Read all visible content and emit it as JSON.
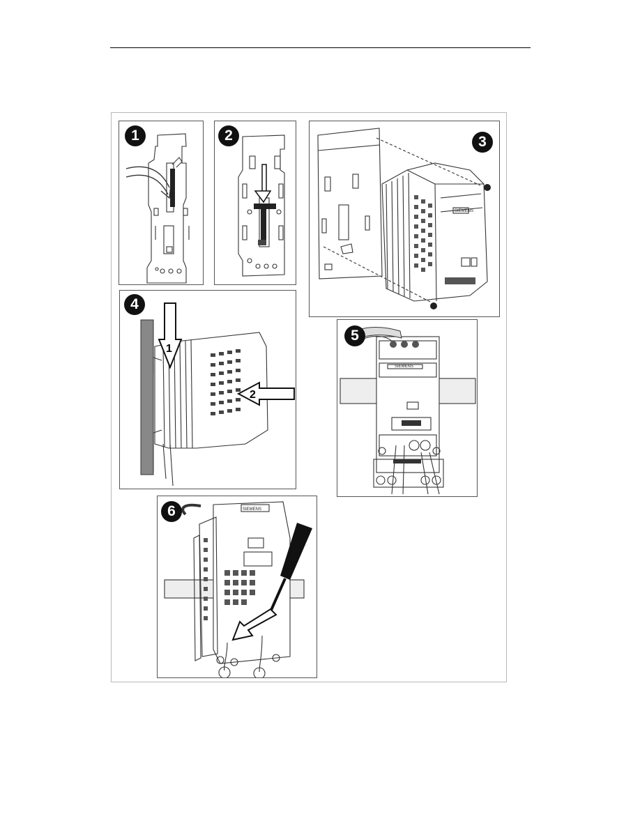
{
  "steps": [
    {
      "number": "1"
    },
    {
      "number": "2"
    },
    {
      "number": "3"
    },
    {
      "number": "4"
    },
    {
      "number": "5"
    },
    {
      "number": "6"
    }
  ],
  "step4_arrows": {
    "first": "1",
    "second": "2"
  },
  "device": {
    "brand": "SIEMENS"
  },
  "icons": [
    "screw-icon",
    "screwdriver-icon",
    "arrow-icon",
    "din-rail-icon"
  ]
}
